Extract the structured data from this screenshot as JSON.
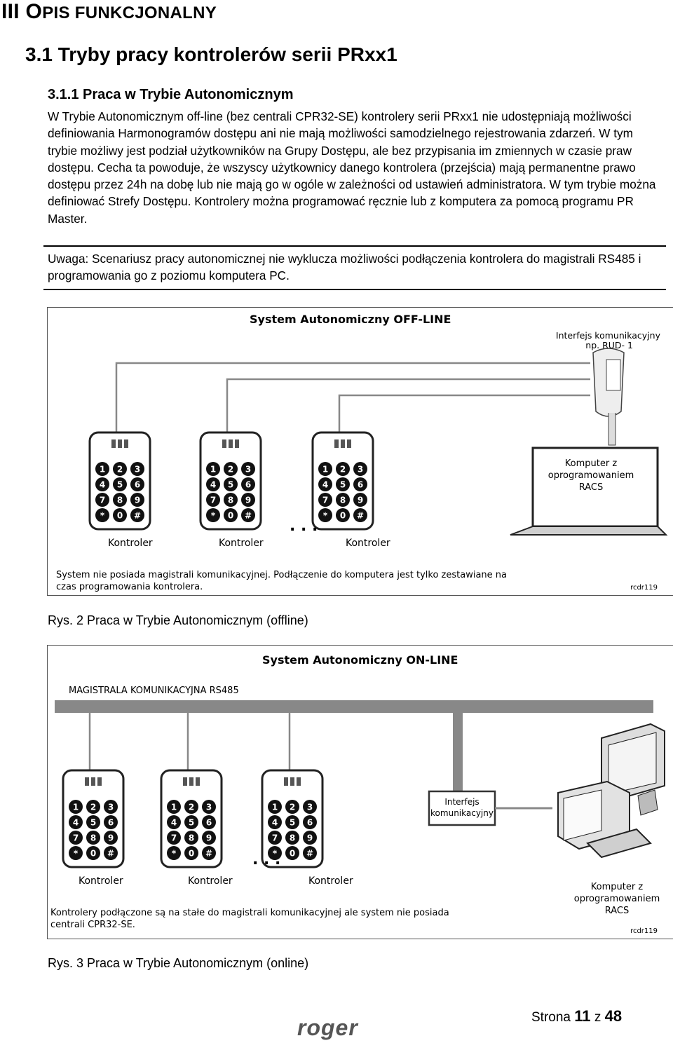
{
  "chapter": {
    "roman": "III",
    "first": "O",
    "rest": "PIS FUNKCJONALNY"
  },
  "section_title": "3.1 Tryby pracy kontrolerów serii PRxx1",
  "subsection_title": "3.1.1 Praca w Trybie Autonomicznym",
  "body": "W Trybie Autonomicznym off-line (bez centrali CPR32-SE) kontrolery serii PRxx1 nie udostępniają możliwości definiowania Harmonogramów dostępu ani nie mają możliwości samodzielnego rejestrowania zdarzeń. W tym trybie możliwy jest podział użytkowników na Grupy Dostępu, ale bez przypisania im zmiennych w czasie praw dostępu. Cecha ta powoduje, że wszyscy użytkownicy danego kontrolera (przejścia) mają permanentne prawo dostępu przez 24h na dobę lub nie mają go w ogóle w zależności od ustawień administratora. W tym trybie można definiować Strefy Dostępu. Kontrolery można programować ręcznie lub z komputera za pomocą programu PR Master.",
  "note": "Uwaga: Scenariusz pracy autonomicznej nie wyklucza możliwości podłączenia kontrolera do magistrali RS485 i programowania go z poziomu komputera PC.",
  "figure1": {
    "title": "System Autonomiczny OFF-LINE",
    "interface_label_1": "Interfejs komunikacyjny",
    "interface_label_2": "np. RUD- 1",
    "computer_label_1": "Komputer z",
    "computer_label_2": "oprogramowaniem",
    "computer_label_3": "RACS",
    "controller_label": "Kontroler",
    "ellipsis": ". . .",
    "note_line1": "System nie posiada magistrali komunikacyjnej. Podłączenie do komputera jest tylko zestawiane na",
    "note_line2": "czas programowania kontrolera.",
    "code": "rcdr119",
    "caption": "Rys. 2 Praca w Trybie Autonomicznym (offline)"
  },
  "figure2": {
    "title": "System Autonomiczny ON-LINE",
    "bus_label": "MAGISTRALA KOMUNIKACYJNA RS485",
    "interface_label_1": "Interfejs",
    "interface_label_2": "komunikacyjny",
    "computer_label_1": "Komputer z",
    "computer_label_2": "oprogramowaniem",
    "computer_label_3": "RACS",
    "controller_label": "Kontroler",
    "ellipsis": ". . .",
    "note_line1": "Kontrolery podłączone są na stałe do magistrali komunikacyjnej ale system nie posiada",
    "note_line2": "centrali CPR32-SE.",
    "code": "rcdr119",
    "caption": "Rys. 3 Praca w Trybie Autonomicznym (online)"
  },
  "keypad_keys": [
    "1",
    "2",
    "3",
    "4",
    "5",
    "6",
    "7",
    "8",
    "9",
    "*",
    "0",
    "#"
  ],
  "footer": {
    "page_prefix": "Strona",
    "page": "11",
    "sep": "z",
    "total": "48",
    "logo": "roger"
  }
}
